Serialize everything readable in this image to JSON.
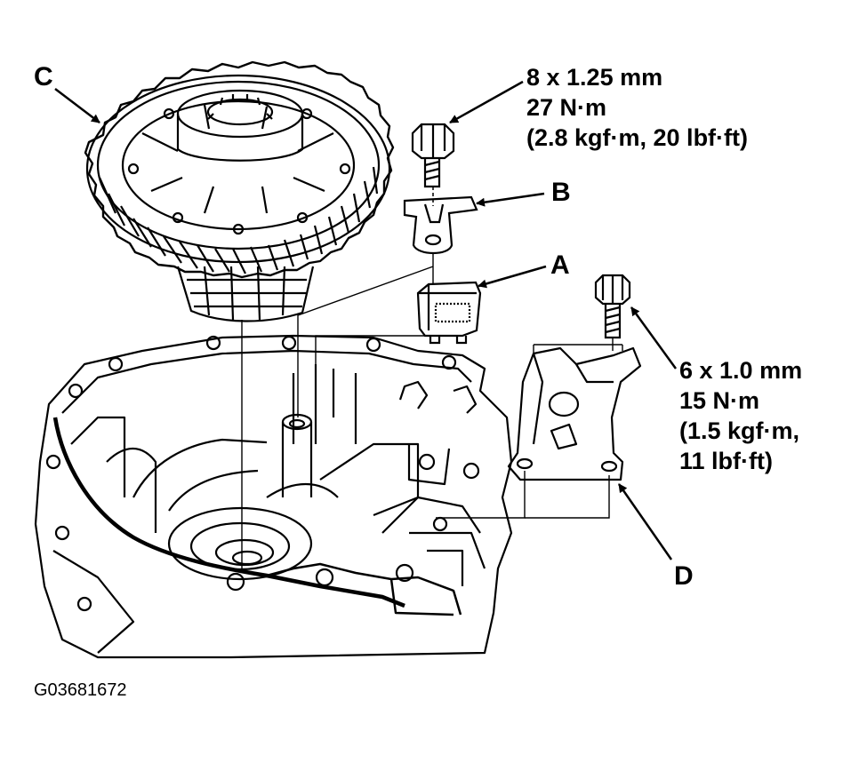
{
  "callouts": {
    "a": "A",
    "b": "B",
    "c": "C",
    "d": "D"
  },
  "specs": {
    "bolt_upper": {
      "size": "8 x 1.25 mm",
      "torque": "27 N·m",
      "alt": "(2.8 kgf·m, 20 lbf·ft)"
    },
    "bolt_lower": {
      "size": "6 x 1.0 mm",
      "torque": "15 N·m",
      "alt_1": "(1.5 kgf·m,",
      "alt_2": "11 lbf·ft)"
    }
  },
  "figure_code": "G03681672"
}
